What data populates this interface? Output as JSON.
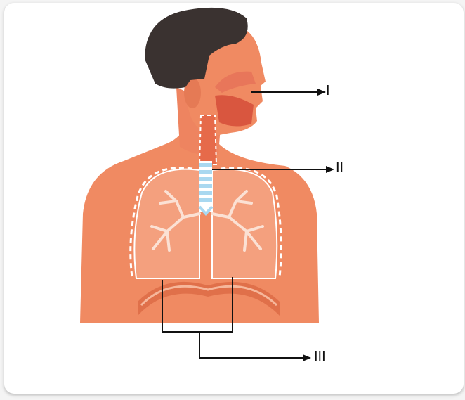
{
  "labels": {
    "one": "I",
    "two": "II",
    "three": "III"
  },
  "colors": {
    "skin": "#f08a62",
    "skin_dark": "#e0704a",
    "hair": "#3a3230",
    "lung": "#f4a07e",
    "trachea": "#a9d8f0",
    "arrow": "#111111"
  }
}
